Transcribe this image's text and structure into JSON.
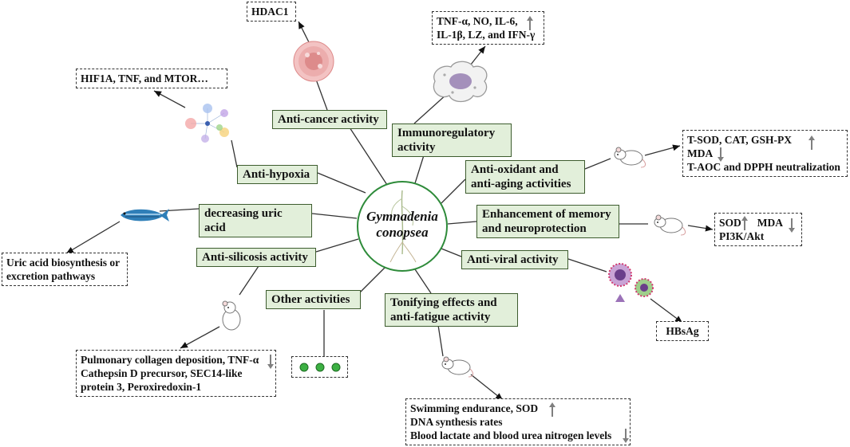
{
  "center": {
    "line1": "Gymnadenia",
    "line2": "conopsea"
  },
  "activities": {
    "anti_cancer": "Anti-cancer activity",
    "immunoregulatory_1": "Immunoregulatory",
    "immunoregulatory_2": "activity",
    "anti_oxidant_1": "Anti-oxidant and",
    "anti_oxidant_2": "anti-aging activities",
    "memory_1": "Enhancement of memory",
    "memory_2": "and neuroprotection",
    "anti_viral": "Anti-viral activity",
    "tonifying_1": "Tonifying effects and",
    "tonifying_2": "anti-fatigue activity",
    "other": "Other activities",
    "anti_silicosis": "Anti-silicosis activity",
    "uric_acid": "decreasing uric acid",
    "anti_hypoxia": "Anti-hypoxia"
  },
  "results": {
    "hdac1": "HDAC1",
    "immuno_1": "TNF-α, NO, IL-6,",
    "immuno_2": "IL-1β, LZ, and IFN-γ",
    "oxidant_1": "T-SOD, CAT, GSH-PX",
    "oxidant_2": "MDA",
    "oxidant_3": "T-AOC and DPPH neutralization",
    "memory_1a": "SOD",
    "memory_1b": "MDA",
    "memory_2": "PI3K/Akt",
    "viral": "HBsAg",
    "fatigue_1": "Swimming endurance, SOD",
    "fatigue_2": "DNA synthesis rates",
    "fatigue_3": "Blood lactate and blood urea nitrogen levels",
    "silicosis_1": "Pulmonary collagen deposition, TNF-α",
    "silicosis_2": "Cathepsin D precursor, SEC14-like",
    "silicosis_3": "protein 3, Peroxiredoxin-1",
    "uric_1": "Uric acid biosynthesis or",
    "uric_2": "excretion pathways",
    "hypoxia": "HIF1A, TNF, and MTOR…"
  },
  "colors": {
    "node_fill": "#e2efda",
    "node_border": "#3d5c2e",
    "center_border": "#2e8b3a",
    "arrow_gray": "#7f7f7f",
    "dot_green": "#3cb043"
  },
  "icons": [
    "cancer-cell-icon",
    "macrophage-icon",
    "network-graph-icon",
    "zebrafish-icon",
    "mouse-icon",
    "virus-icon"
  ]
}
